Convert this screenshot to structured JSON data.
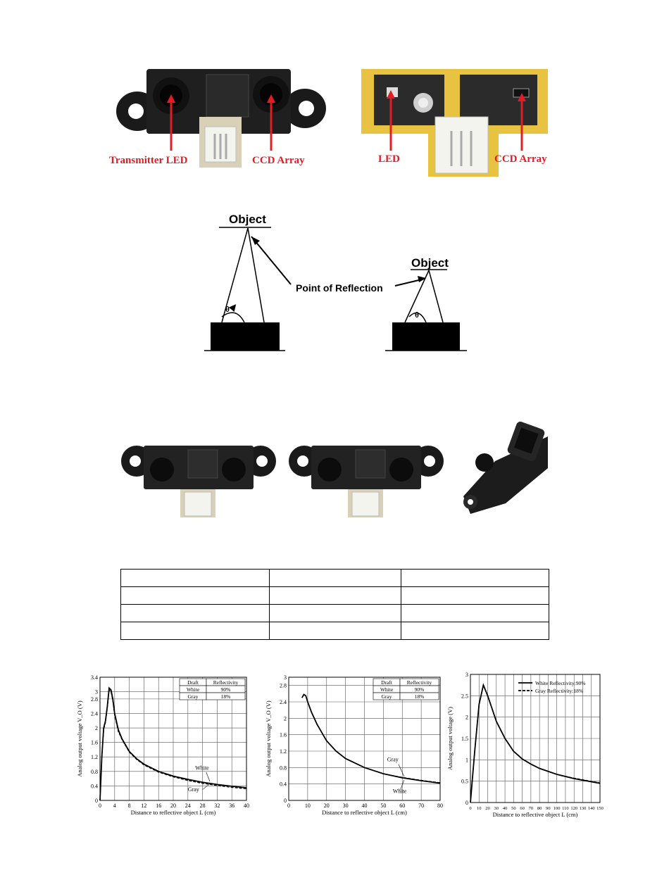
{
  "photos": {
    "left_labels": [
      "Transmitter LED",
      "CCD Array"
    ],
    "right_labels": [
      "LED",
      "CCD Array"
    ]
  },
  "diagram": {
    "object_label": "Object",
    "reflection_label": "Point of Reflection",
    "angle_symbol": "θ"
  },
  "table": {
    "rows": [
      [
        "",
        "",
        ""
      ],
      [
        "",
        "",
        ""
      ],
      [
        "",
        "",
        ""
      ],
      [
        "",
        "",
        ""
      ]
    ]
  },
  "colors": {
    "label_red": "#e21c24",
    "sensor_body": "#1a1a1a",
    "pcb_yellow": "#e8c341"
  },
  "chart_data": [
    {
      "type": "line",
      "xlabel": "Distance to reflective object L (cm)",
      "ylabel": "Analog output voltage V_O (V)",
      "xlim": [
        0,
        40
      ],
      "ylim": [
        0,
        3.4
      ],
      "xticks": [
        0,
        4,
        8,
        12,
        16,
        20,
        24,
        28,
        32,
        36,
        40
      ],
      "yticks": [
        0,
        0.4,
        0.8,
        1.2,
        1.6,
        2.0,
        2.4,
        2.8,
        3.0,
        3.4
      ],
      "grid": true,
      "legend_table": [
        [
          "Draft",
          "Reflectivity"
        ],
        [
          "White",
          "90%"
        ],
        [
          "Gray",
          "18%"
        ]
      ],
      "annotations": [
        "White",
        "Gray"
      ],
      "series": [
        {
          "name": "White",
          "x": [
            0,
            0.5,
            1,
            1.5,
            2,
            2.5,
            3,
            3.5,
            4,
            5,
            6,
            8,
            10,
            12,
            16,
            20,
            24,
            28,
            32,
            36,
            40
          ],
          "y": [
            0,
            1.2,
            2.0,
            2.2,
            2.6,
            3.1,
            3.05,
            2.8,
            2.4,
            1.95,
            1.7,
            1.35,
            1.15,
            1.0,
            0.8,
            0.67,
            0.58,
            0.5,
            0.44,
            0.39,
            0.35
          ]
        },
        {
          "name": "Gray",
          "x": [
            0,
            0.5,
            1,
            1.5,
            2,
            2.5,
            3,
            3.5,
            4,
            5,
            6,
            8,
            10,
            12,
            16,
            20,
            24,
            28,
            32,
            36,
            40
          ],
          "y": [
            0,
            1.2,
            1.95,
            2.15,
            2.55,
            3.05,
            3.0,
            2.75,
            2.35,
            1.9,
            1.68,
            1.33,
            1.13,
            0.98,
            0.78,
            0.65,
            0.55,
            0.47,
            0.41,
            0.36,
            0.32
          ]
        }
      ]
    },
    {
      "type": "line",
      "xlabel": "Distance to reflective object L (cm)",
      "ylabel": "Analog output voltage V_O (V)",
      "xlim": [
        0,
        80
      ],
      "ylim": [
        0,
        3.0
      ],
      "xticks": [
        0,
        10,
        20,
        30,
        40,
        50,
        60,
        70,
        80
      ],
      "yticks": [
        0,
        0.4,
        0.8,
        1.2,
        1.6,
        2.0,
        2.4,
        2.8,
        3.0
      ],
      "grid": true,
      "legend_table": [
        [
          "Draft",
          "Reflectivity"
        ],
        [
          "White",
          "90%"
        ],
        [
          "Gray",
          "18%"
        ]
      ],
      "annotations": [
        "Gray",
        "White"
      ],
      "series": [
        {
          "name": "White",
          "x": [
            7,
            8,
            9,
            10,
            12,
            15,
            20,
            25,
            30,
            40,
            50,
            60,
            70,
            80
          ],
          "y": [
            2.5,
            2.58,
            2.55,
            2.4,
            2.15,
            1.85,
            1.45,
            1.2,
            1.02,
            0.8,
            0.65,
            0.55,
            0.48,
            0.42
          ]
        },
        {
          "name": "Gray",
          "x": [
            7,
            8,
            9,
            10,
            12,
            15,
            20,
            25,
            30,
            40,
            50,
            60,
            70,
            80
          ],
          "y": [
            2.5,
            2.58,
            2.55,
            2.4,
            2.15,
            1.85,
            1.45,
            1.2,
            1.02,
            0.8,
            0.65,
            0.56,
            0.49,
            0.43
          ]
        }
      ]
    },
    {
      "type": "line",
      "xlabel": "Distance to reflective object L (cm)",
      "ylabel": "Analog output voltage (V)",
      "xlim": [
        0,
        150
      ],
      "ylim": [
        0,
        3
      ],
      "xticks": [
        0,
        10,
        20,
        30,
        40,
        50,
        60,
        70,
        80,
        90,
        100,
        110,
        120,
        130,
        140,
        150
      ],
      "yticks": [
        0,
        0.5,
        1,
        1.5,
        2,
        2.5,
        3
      ],
      "grid": true,
      "legend": [
        {
          "label": "White Reflectivity:90%",
          "style": "solid"
        },
        {
          "label": "Gray Reflectivity:18%",
          "style": "dashed"
        }
      ],
      "series": [
        {
          "name": "White Reflectivity:90%",
          "x": [
            0,
            5,
            10,
            15,
            20,
            25,
            30,
            40,
            50,
            60,
            70,
            80,
            100,
            120,
            150
          ],
          "y": [
            0,
            1.2,
            2.3,
            2.75,
            2.5,
            2.2,
            1.9,
            1.5,
            1.2,
            1.02,
            0.9,
            0.8,
            0.66,
            0.56,
            0.45
          ]
        },
        {
          "name": "Gray Reflectivity:18%",
          "x": [
            0,
            5,
            10,
            15,
            20,
            25,
            30,
            40,
            50,
            60,
            70,
            80,
            100,
            120,
            150
          ],
          "y": [
            0,
            1.2,
            2.3,
            2.75,
            2.5,
            2.2,
            1.9,
            1.5,
            1.2,
            1.02,
            0.9,
            0.8,
            0.66,
            0.57,
            0.46
          ]
        }
      ]
    }
  ]
}
